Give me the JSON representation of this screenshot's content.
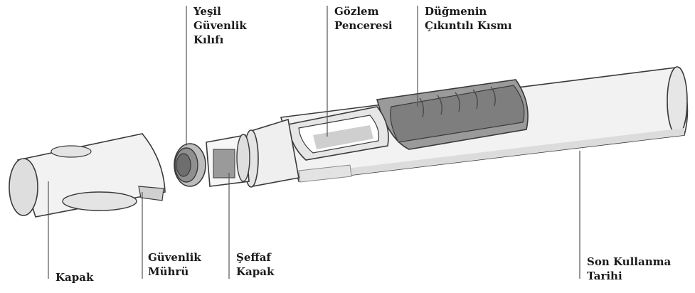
{
  "diagram": {
    "labels": {
      "yesil_guvenlik_kilifi": [
        "Yeşil",
        "Güvenlik",
        "Kılıfı"
      ],
      "gozlem_penceresi": [
        "Gözlem",
        "Penceresi"
      ],
      "dugmenin_cikintili_kismi": [
        "Düğmenin",
        "Çıkıntılı Kısmı"
      ],
      "kapak": [
        "Kapak"
      ],
      "guvenlik_muhru": [
        "Güvenlik",
        "Mührü"
      ],
      "seffaf_kapak": [
        "Şeffaf",
        "Kapak"
      ],
      "son_kullanma_tarihi": [
        "Son Kullanma",
        "Tarihi"
      ]
    },
    "colors": {
      "outline": "#3a3a3a",
      "body_fill": "#f2f2f2",
      "shade": "#d6d6d6",
      "button_fill": "#8c8c8c",
      "leader": "#555555",
      "text": "#1a1a1a"
    }
  }
}
